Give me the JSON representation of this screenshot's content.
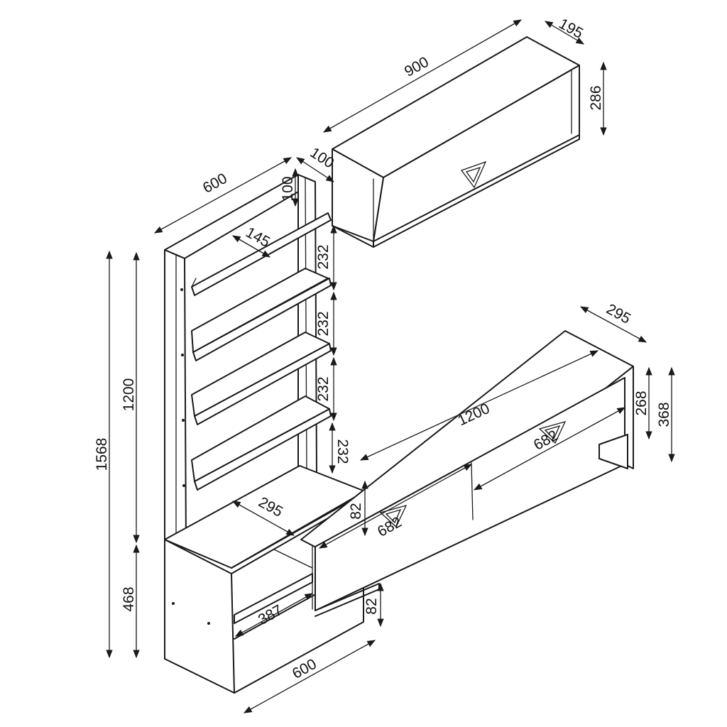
{
  "dimensions": {
    "top_cabinet_width": "900",
    "top_cabinet_depth": "195",
    "top_cabinet_height": "286",
    "gap_to_top_cabinet": "100",
    "shelf_unit_depth": "600",
    "shelf_top_offset": "100",
    "shelf_depth": "145",
    "shelf_spacing_1": "232",
    "shelf_spacing_2": "232",
    "shelf_spacing_3": "232",
    "shelf_spacing_4": "232",
    "shelf_unit_height": "1200",
    "total_height": "1568",
    "base_cabinet_height": "468",
    "base_top_depth": "295",
    "base_depth": "600",
    "base_inner_width": "387",
    "tv_unit_depth": "295",
    "tv_unit_width": "1200",
    "tv_unit_front_height": "268",
    "tv_unit_total_height": "368",
    "tv_unit_leg_height": "82",
    "tv_unit_leg_height_lower": "82",
    "tv_door_left": "682",
    "tv_door_right": "682"
  },
  "colors": {
    "line": "#1a1a1a",
    "background": "#ffffff"
  }
}
